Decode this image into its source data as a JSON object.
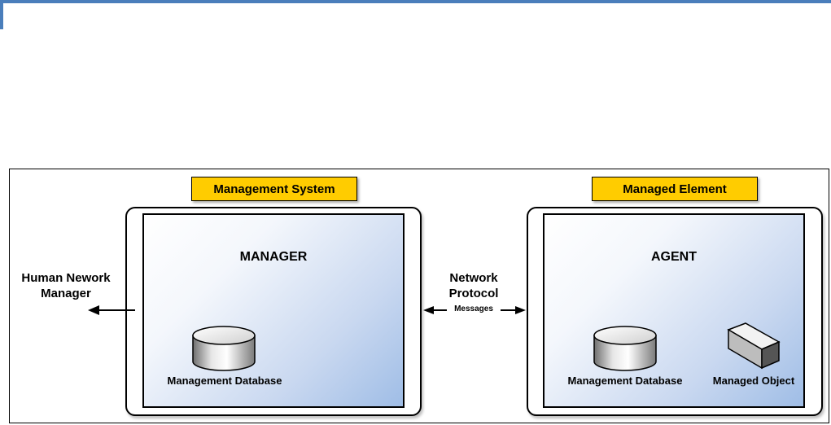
{
  "labels": {
    "management_system": "Management System",
    "managed_element": "Managed Element",
    "manager": "MANAGER",
    "agent": "AGENT",
    "human_manager_line1": "Human Nework",
    "human_manager_line2": "Manager",
    "network_line1": "Network",
    "network_line2": "Protocol",
    "messages": "Messages",
    "manager_db": "Management Database",
    "agent_db": "Management Database",
    "managed_object": "Managed Object"
  },
  "icons": {
    "database": "cylinder-database-icon",
    "managed_object": "cube-object-icon"
  },
  "colors": {
    "rule": "#4a7ebb",
    "label_fill": "#ffcc00",
    "panel_gradient_end": "#9fbde6"
  }
}
